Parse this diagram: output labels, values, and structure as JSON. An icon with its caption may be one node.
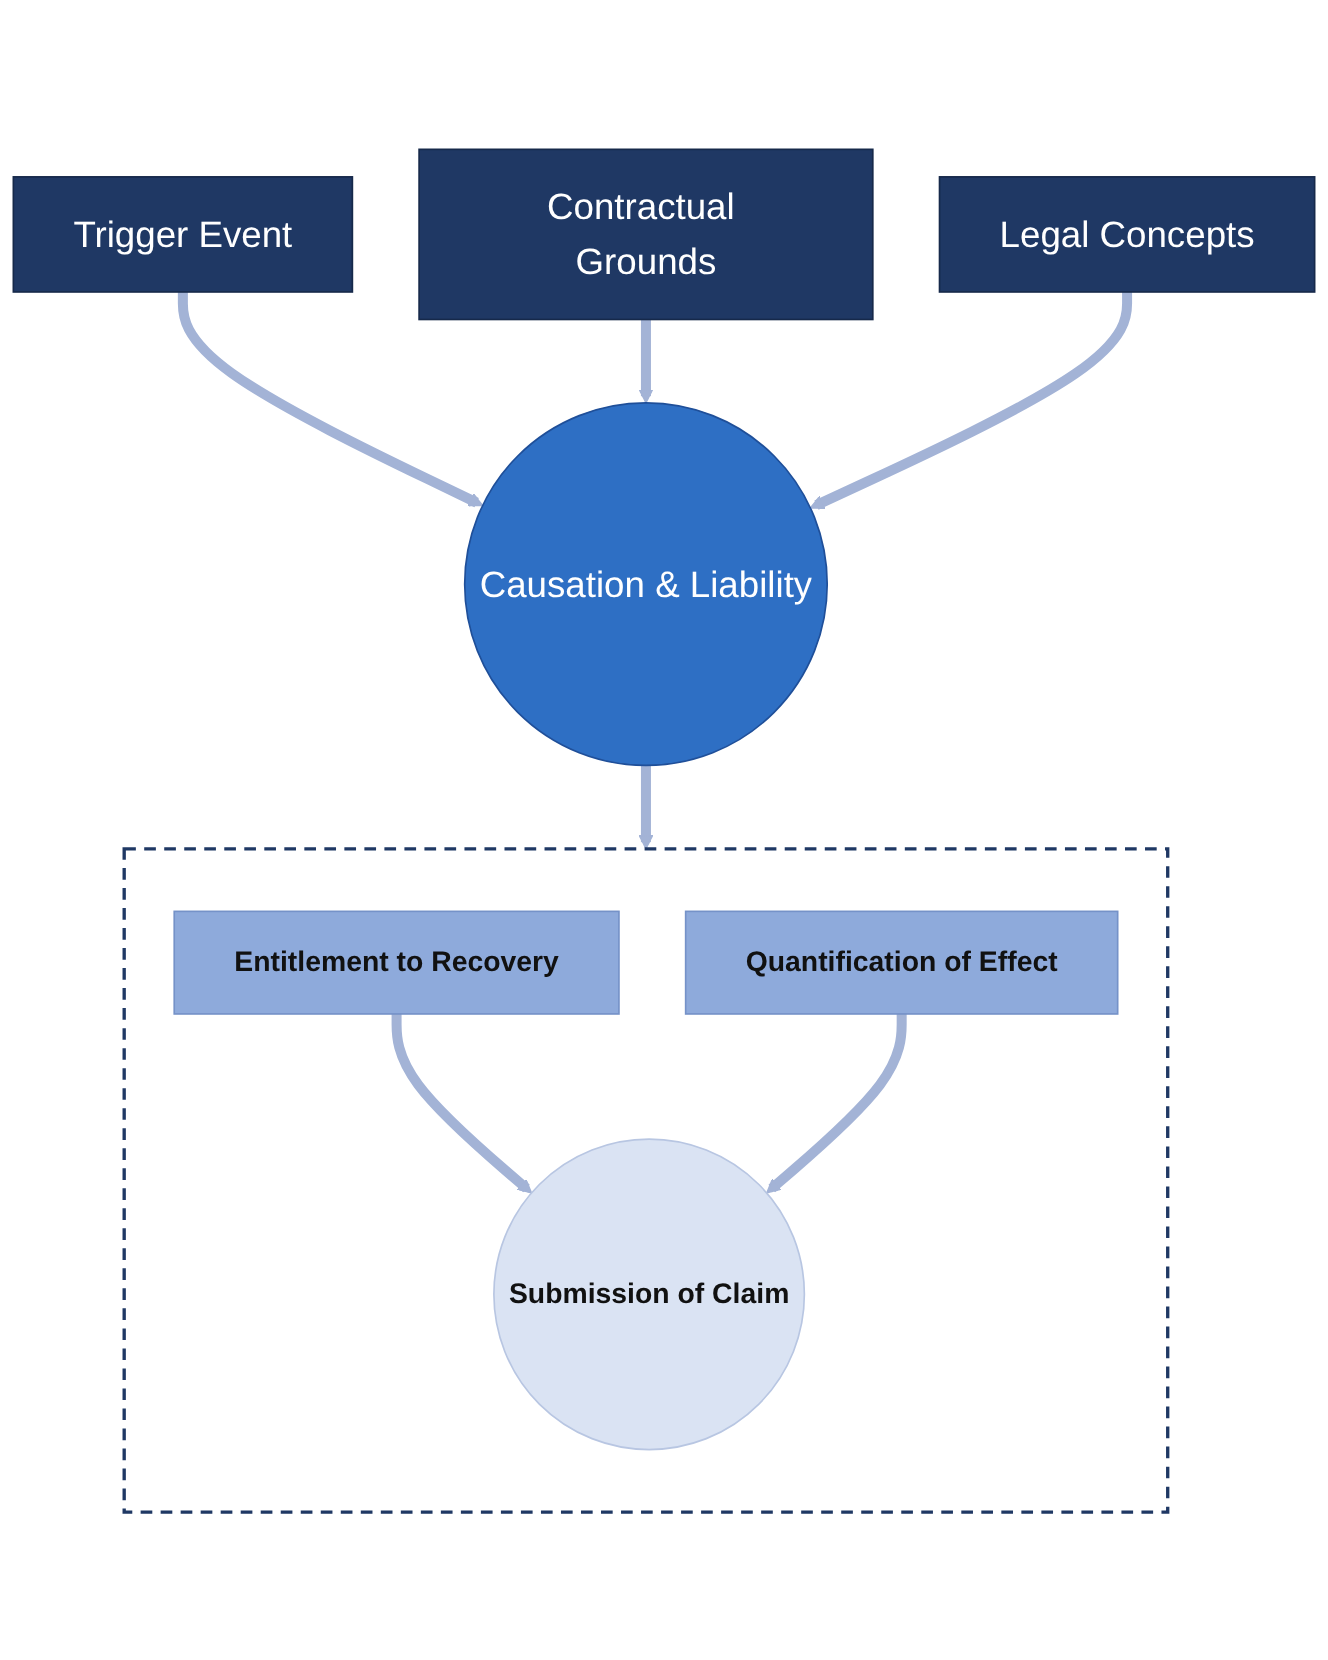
{
  "diagram": {
    "nodes": [
      {
        "text": [
          "Trigger Event"
        ]
      },
      {
        "text": [
          "Contractual Grounds"
        ]
      },
      {
        "text": [
          "Legal Concepts"
        ]
      },
      {
        "text": [
          "Causation & Liability"
        ]
      },
      {
        "text": [],
        "shape": "box"
      },
      {
        "text": [
          "Entitlement to Recovery"
        ],
        "in": 4
      },
      {
        "text": [
          "Quantification of Effect"
        ],
        "in": 4
      },
      {
        "text": [
          "Submission of Claim"
        ],
        "in": 4
      }
    ],
    "edges": [
      {
        "from": 0,
        "to": 3,
        "arrow": "to"
      },
      {
        "from": 1,
        "to": 3,
        "arrow": "to"
      },
      {
        "from": 2,
        "to": 3,
        "arrow": "to"
      },
      {
        "from": 3,
        "to": 4,
        "arrow": "to"
      },
      {
        "from": 5,
        "to": 7,
        "arrow": "to"
      },
      {
        "from": 6,
        "to": 7,
        "arrow": "to"
      }
    ]
  }
}
